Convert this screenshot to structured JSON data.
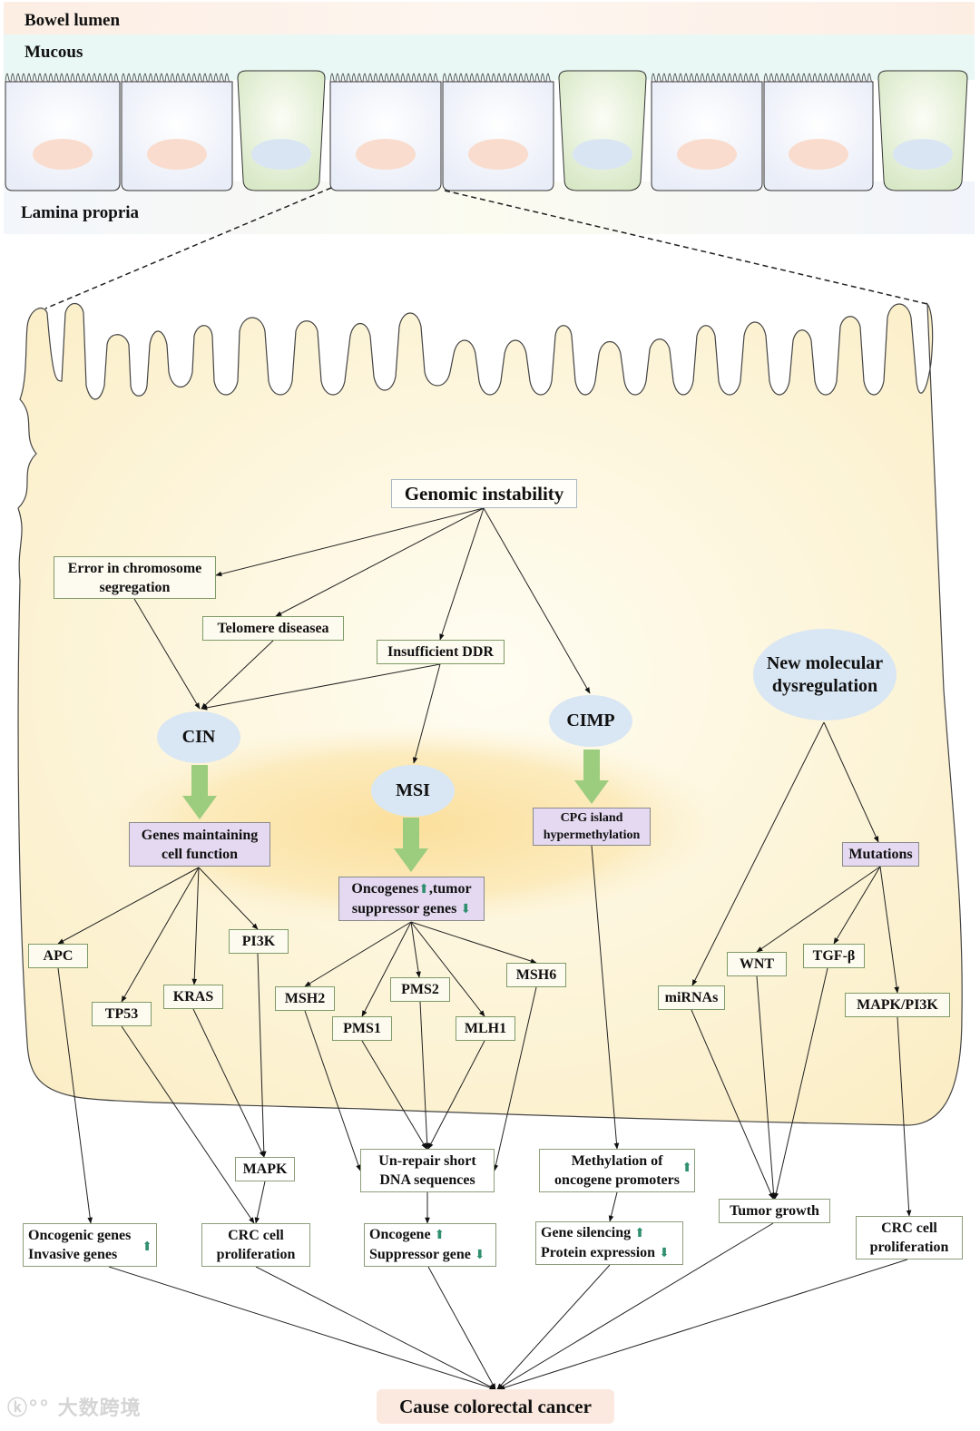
{
  "tissue": {
    "bowel_lumen": "Bowel lumen",
    "mucous": "Mucous",
    "lamina_propria": "Lamina propria",
    "cells": [
      "absorptive",
      "absorptive",
      "goblet",
      "absorptive",
      "absorptive",
      "goblet",
      "absorptive",
      "absorptive",
      "goblet"
    ]
  },
  "colors": {
    "lumen_band": "#fdf1e8",
    "mucous_band": "#e9f8f4",
    "lamina_band": "#f4f7fb",
    "absorptive_cell": "#f3f5fc",
    "goblet_cell": "#e3efd6",
    "absorptive_nucleus": "#f9dccd",
    "goblet_nucleus": "#d9e5f2",
    "cell_body": "#fbf2d4",
    "nucleus_region": "#fbe3a8",
    "node_box_border": "#7f9a66",
    "purple_box": "#e4d9f0",
    "oval_fill": "#d9e6f3",
    "green_arrow": "#9ccc7e",
    "final_box": "#fbe9df",
    "indicator_arrow": "#2f8f6f"
  },
  "nodes": {
    "genomic_instability": "Genomic instability",
    "error_chromosome_1": "Error in chromosome",
    "error_chromosome_2": "segregation",
    "telomere": "Telomere diseasea",
    "insufficient_ddr": "Insufficient DDR",
    "cin": "CIN",
    "msi": "MSI",
    "cimp": "CIMP",
    "new_molecular_1": "New molecular",
    "new_molecular_2": "dysregulation",
    "genes_maintaining_1": "Genes maintaining",
    "genes_maintaining_2": "cell function",
    "oncogenes_tumor_1": "Oncogenes",
    "oncogenes_tumor_1b": ",tumor",
    "oncogenes_tumor_2": "suppressor genes",
    "cpg_1": "CPG island",
    "cpg_2": "hypermethylation",
    "mutations": "Mutations",
    "apc": "APC",
    "tp53": "TP53",
    "kras": "KRAS",
    "pi3k": "PI3K",
    "msh2": "MSH2",
    "pms1": "PMS1",
    "pms2": "PMS2",
    "mlh1": "MLH1",
    "msh6": "MSH6",
    "mirnas": "miRNAs",
    "wnt": "WNT",
    "tgfb": "TGF-β",
    "mapk_pi3k": "MAPK/PI3K",
    "mapk": "MAPK",
    "unrepair_1": "Un-repair short",
    "unrepair_2": "DNA sequences",
    "methylation_1": "Methylation of",
    "methylation_2": "oncogene promoters",
    "tumor_growth": "Tumor growth",
    "oncogenic_1": "Oncogenic genes",
    "oncogenic_2": "Invasive genes",
    "crc_left_1": "CRC cell",
    "crc_left_2": "proliferation",
    "oncogene_sup_1": "Oncogene",
    "oncogene_sup_2": "Suppressor gene",
    "gene_silencing_1": "Gene silencing",
    "gene_silencing_2": "Protein expression",
    "crc_right_1": "CRC cell",
    "crc_right_2": "proliferation",
    "final": "Cause colorectal cancer"
  },
  "indicators": {
    "up": "⬆",
    "down": "⬇"
  },
  "watermark": "ⓚ°° 大数跨境"
}
